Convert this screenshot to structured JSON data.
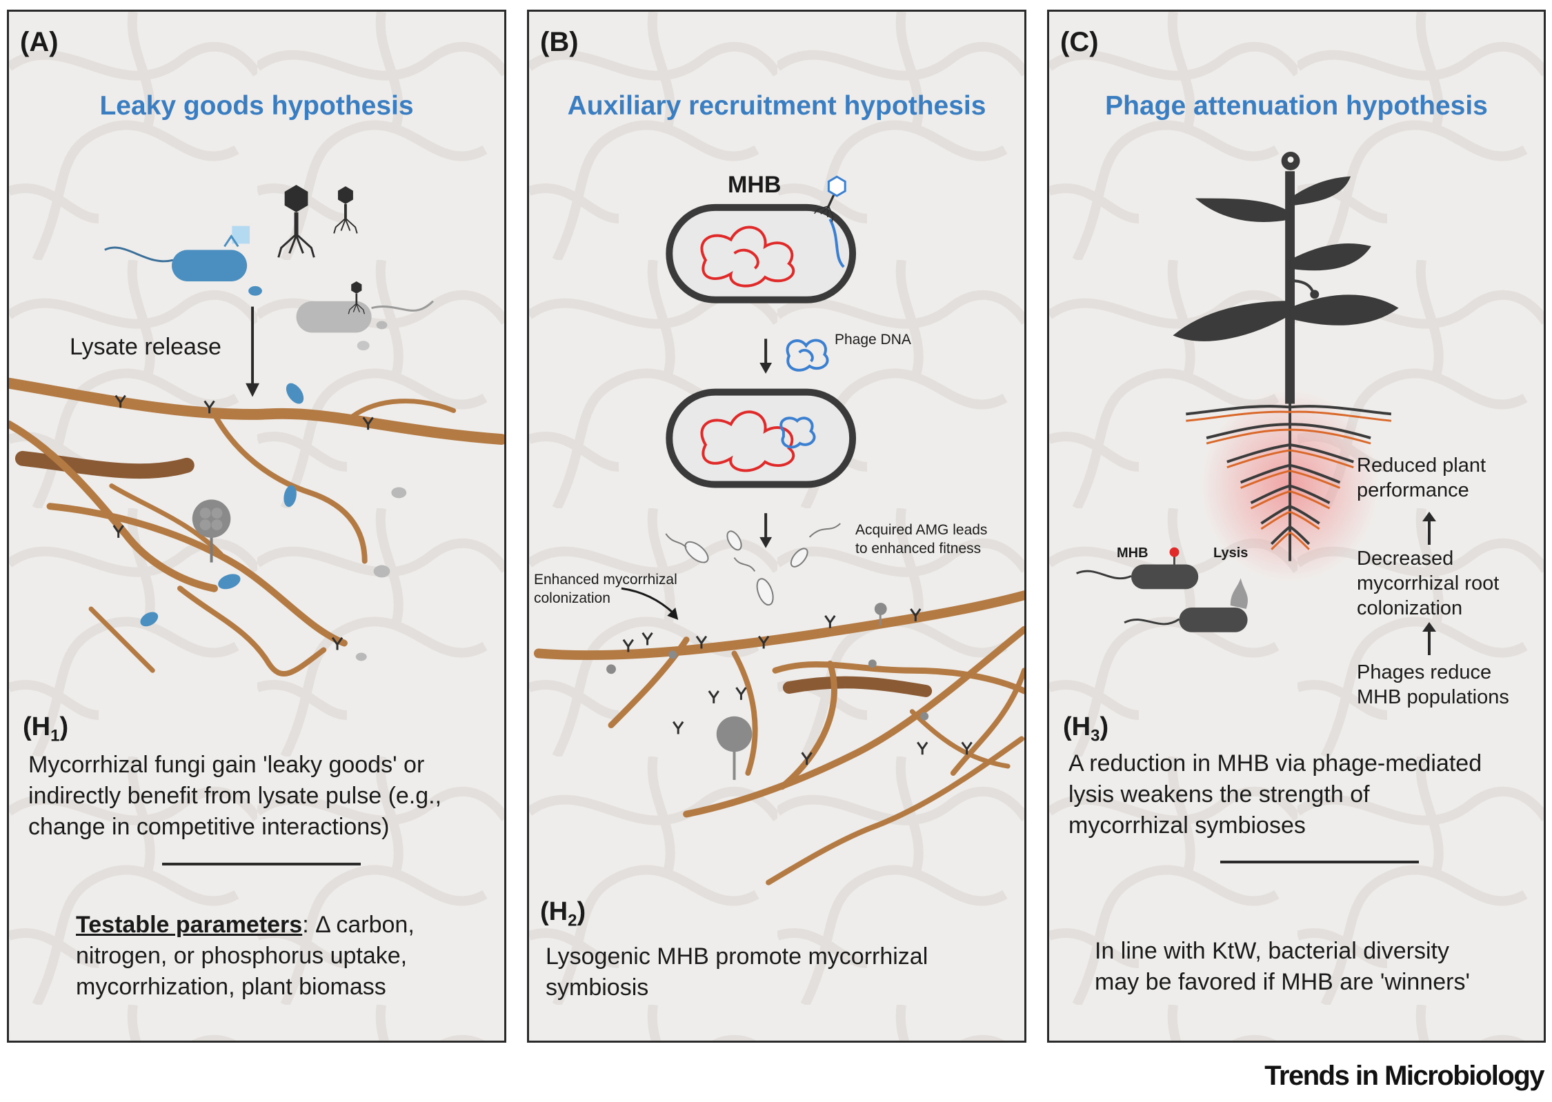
{
  "panels": {
    "a": {
      "letter": "(A)",
      "title": "Leaky goods hypothesis",
      "lysate_label": "Lysate release",
      "hypothesis_label": "(H",
      "hypothesis_sub": "1",
      "hypothesis_close": ")",
      "hypothesis_lines": [
        "Mycorrhizal fungi gain 'leaky goods' or",
        "indirectly benefit from lysate pulse (e.g.,",
        "change in competitive interactions)"
      ],
      "testable_label": "Testable parameters",
      "testable_lines": [
        ": Δ carbon,",
        "nitrogen, or phosphorus uptake,",
        "mycorrhization, plant biomass"
      ]
    },
    "b": {
      "letter": "(B)",
      "title": "Auxiliary recruitment hypothesis",
      "mhb_label": "MHB",
      "phage_dna_label": "Phage DNA",
      "amg_lines": [
        "Acquired AMG leads",
        "to enhanced fitness"
      ],
      "colonization_lines": [
        "Enhanced mycorrhizal",
        "colonization"
      ],
      "hypothesis_label": "(H",
      "hypothesis_sub": "2",
      "hypothesis_close": ")",
      "hypothesis_lines": [
        "Lysogenic MHB promote mycorrhizal",
        "symbiosis"
      ]
    },
    "c": {
      "letter": "(C)",
      "title": "Phage attenuation hypothesis",
      "mhb_label": "MHB",
      "lysis_label": "Lysis",
      "chain": [
        [
          "Reduced plant",
          "performance"
        ],
        [
          "Decreased",
          "mycorrhizal root",
          "colonization"
        ],
        [
          "Phages reduce",
          "MHB populations"
        ]
      ],
      "hypothesis_label": "(H",
      "hypothesis_sub": "3",
      "hypothesis_close": ")",
      "hypothesis_lines": [
        "A reduction in MHB via phage-mediated",
        "lysis weakens the strength of",
        "mycorrhizal symbioses"
      ],
      "note_lines": [
        "In line with KtW, bacterial diversity",
        "may be favored if MHB are 'winners'"
      ]
    }
  },
  "footer": "Trends in Microbiology",
  "colors": {
    "title": "#3a7ec1",
    "hypha": "#b47a44",
    "bacterium": "#4a8fc0",
    "dna_red": "#e02a2a",
    "dna_blue": "#3b7fd0",
    "plant": "#3b3b3b"
  }
}
